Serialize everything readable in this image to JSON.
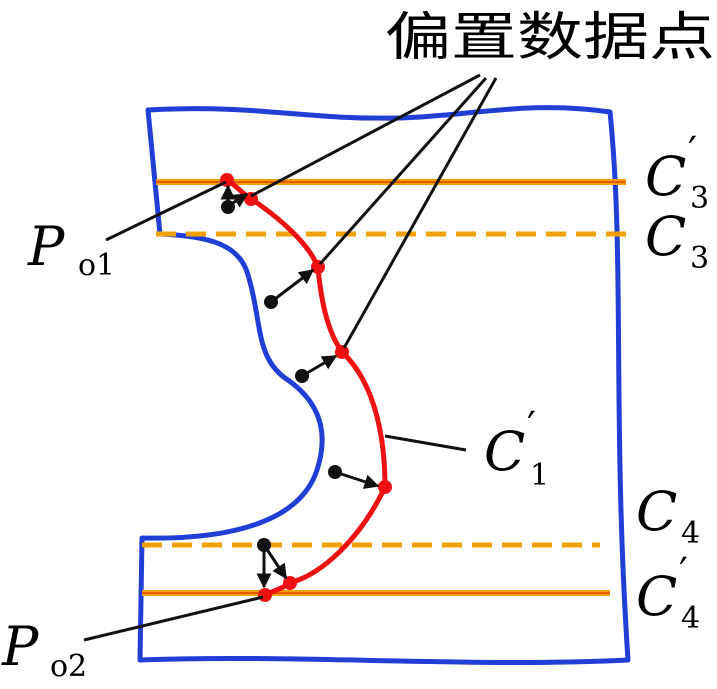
{
  "title": "偏置数据点",
  "labels": {
    "po1": {
      "main": "P",
      "sub": "o1"
    },
    "po2": {
      "main": "P",
      "sub": "o2"
    },
    "c3_prime": {
      "main": "C",
      "prime": "′",
      "sub": "3"
    },
    "c3": {
      "main": "C",
      "sub": "3"
    },
    "c1_prime": {
      "main": "C",
      "prime": "′",
      "sub": "1"
    },
    "c4": {
      "main": "C",
      "sub": "4"
    },
    "c4_prime": {
      "main": "C",
      "prime": "′",
      "sub": "4"
    }
  },
  "colors": {
    "boundary": "#1f3fd6",
    "offset_curve": "#ee1111",
    "section_line": "#f0a000",
    "section_line_core": "#e85a00",
    "points": "#111111"
  }
}
